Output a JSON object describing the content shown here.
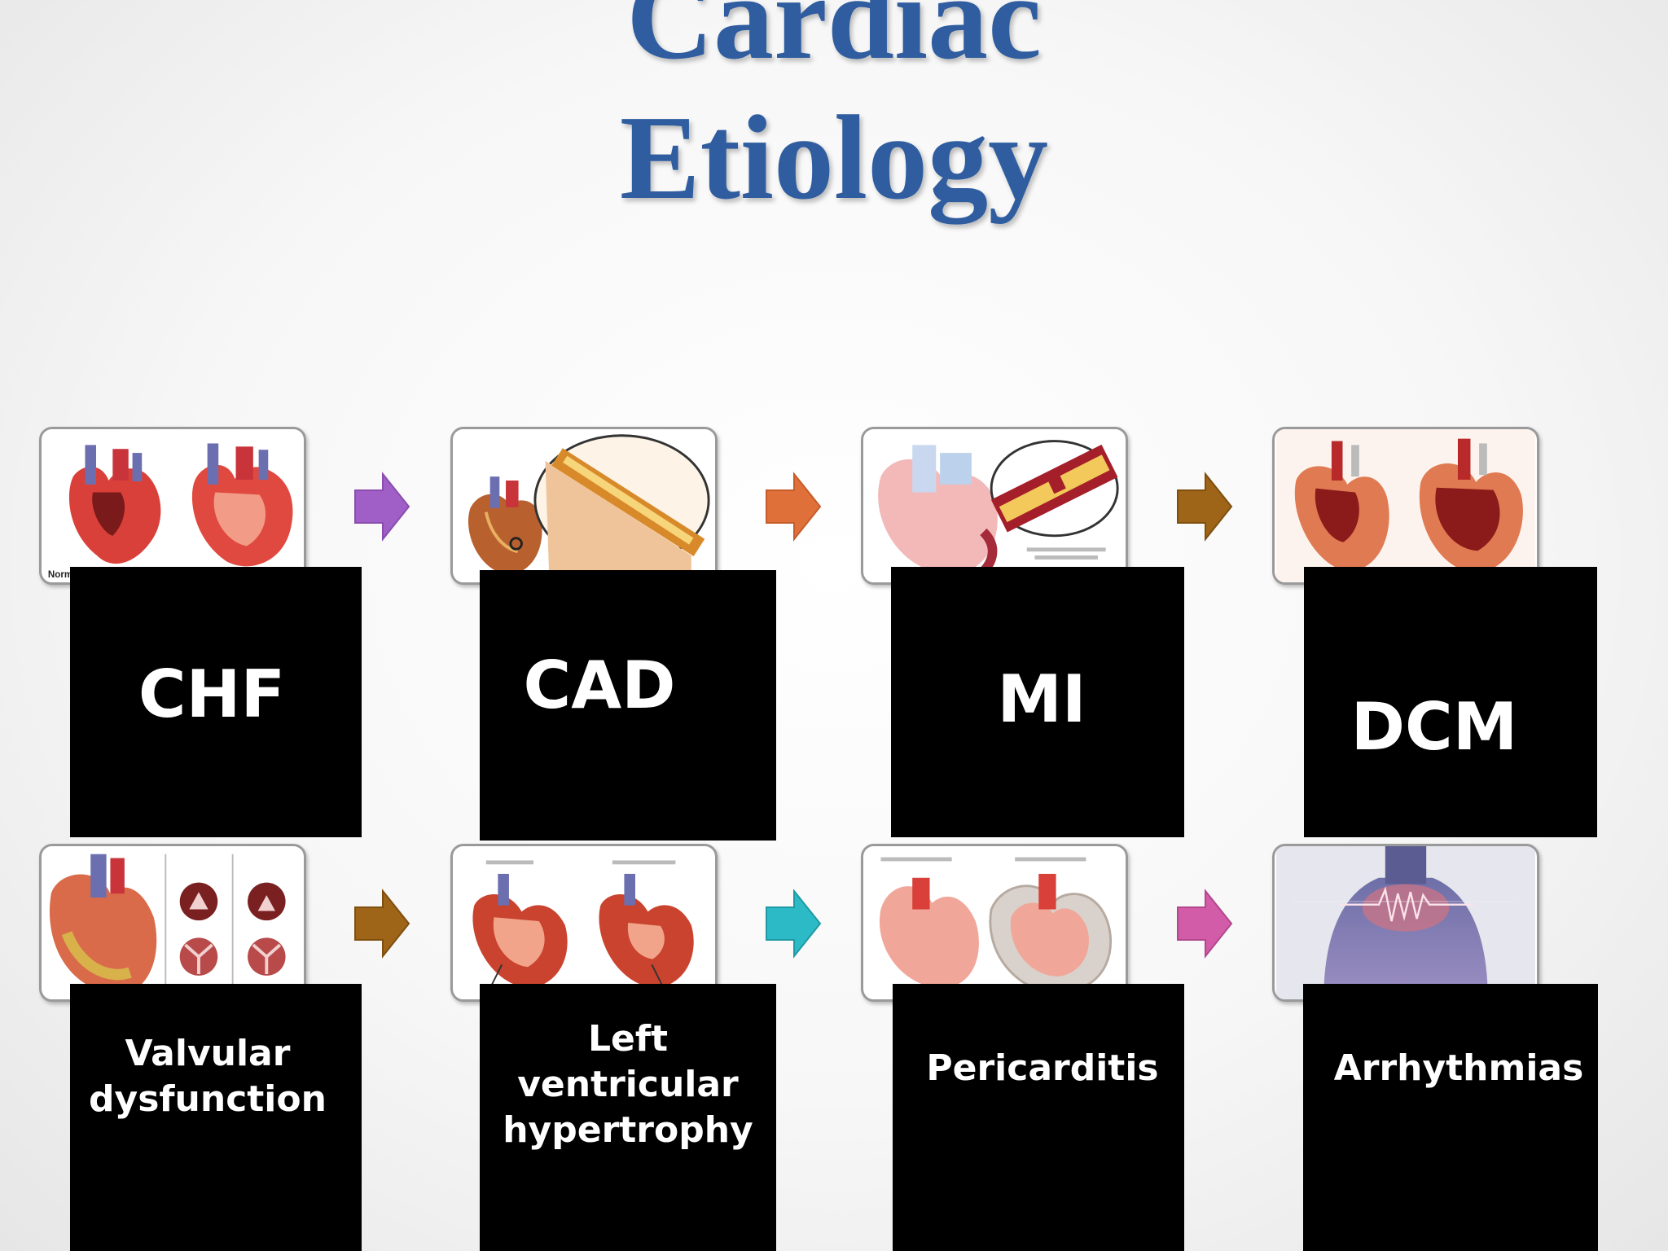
{
  "slide": {
    "title_line1": "Cardiac",
    "title_line2": "Etiology"
  },
  "row1": [
    {
      "label": "CHF",
      "thumb_icon": "heart-comparison-icon",
      "arrow_color": "#a05ec7"
    },
    {
      "label": "CAD",
      "thumb_icon": "artery-plaque-icon",
      "arrow_color": "#e0703a"
    },
    {
      "label": "MI",
      "thumb_icon": "blocked-artery-icon",
      "arrow_color": "#9e6417"
    },
    {
      "label": "DCM",
      "thumb_icon": "dilated-heart-icon"
    }
  ],
  "row2": [
    {
      "label": "Valvular\ndysfunction",
      "thumb_icon": "heart-valve-icon",
      "arrow_color": "#9e6417"
    },
    {
      "label": "Left\nventricular\nhypertrophy",
      "thumb_icon": "ventricle-hypertrophy-icon",
      "arrow_color": "#2bbac6"
    },
    {
      "label": "Pericarditis",
      "thumb_icon": "pericardial-effusion-icon",
      "arrow_color": "#d25ca8"
    },
    {
      "label": "Arrhythmias",
      "thumb_icon": "chest-ecg-icon"
    }
  ],
  "thumb_captions": {
    "chf_left": "Normal heart"
  }
}
